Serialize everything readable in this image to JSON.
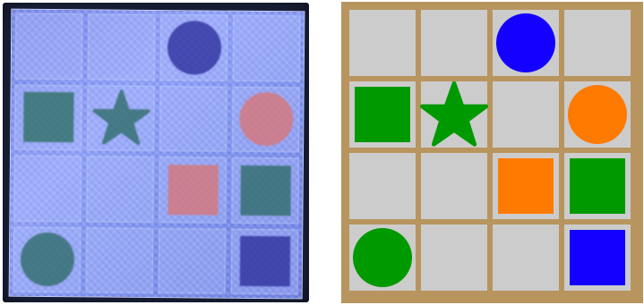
{
  "colors": {
    "blue": "#1400ff",
    "green": "#009900",
    "orange": "#ff7a00",
    "photo_blue": "#2a2d9a",
    "photo_green": "#2c6f63",
    "photo_red": "#d97575",
    "photo_teal": "#2d6b66"
  },
  "photo_board": {
    "rows": [
      [
        null,
        null,
        {
          "shape": "circle",
          "color": "photo_blue"
        },
        null
      ],
      [
        {
          "shape": "square",
          "color": "photo_green"
        },
        {
          "shape": "star",
          "color": "photo_teal"
        },
        null,
        {
          "shape": "circle",
          "color": "photo_red"
        }
      ],
      [
        null,
        null,
        {
          "shape": "square",
          "color": "photo_red"
        },
        {
          "shape": "square",
          "color": "photo_teal"
        }
      ],
      [
        {
          "shape": "circle",
          "color": "photo_teal"
        },
        null,
        null,
        {
          "shape": "square",
          "color": "photo_blue"
        }
      ]
    ]
  },
  "clean_board": {
    "rows": [
      [
        null,
        null,
        {
          "shape": "circle",
          "color": "blue"
        },
        null
      ],
      [
        {
          "shape": "square",
          "color": "green"
        },
        {
          "shape": "star",
          "color": "green"
        },
        null,
        {
          "shape": "circle",
          "color": "orange"
        }
      ],
      [
        null,
        null,
        {
          "shape": "square",
          "color": "orange"
        },
        {
          "shape": "square",
          "color": "green"
        }
      ],
      [
        {
          "shape": "circle",
          "color": "green"
        },
        null,
        null,
        {
          "shape": "square",
          "color": "blue"
        }
      ]
    ]
  }
}
